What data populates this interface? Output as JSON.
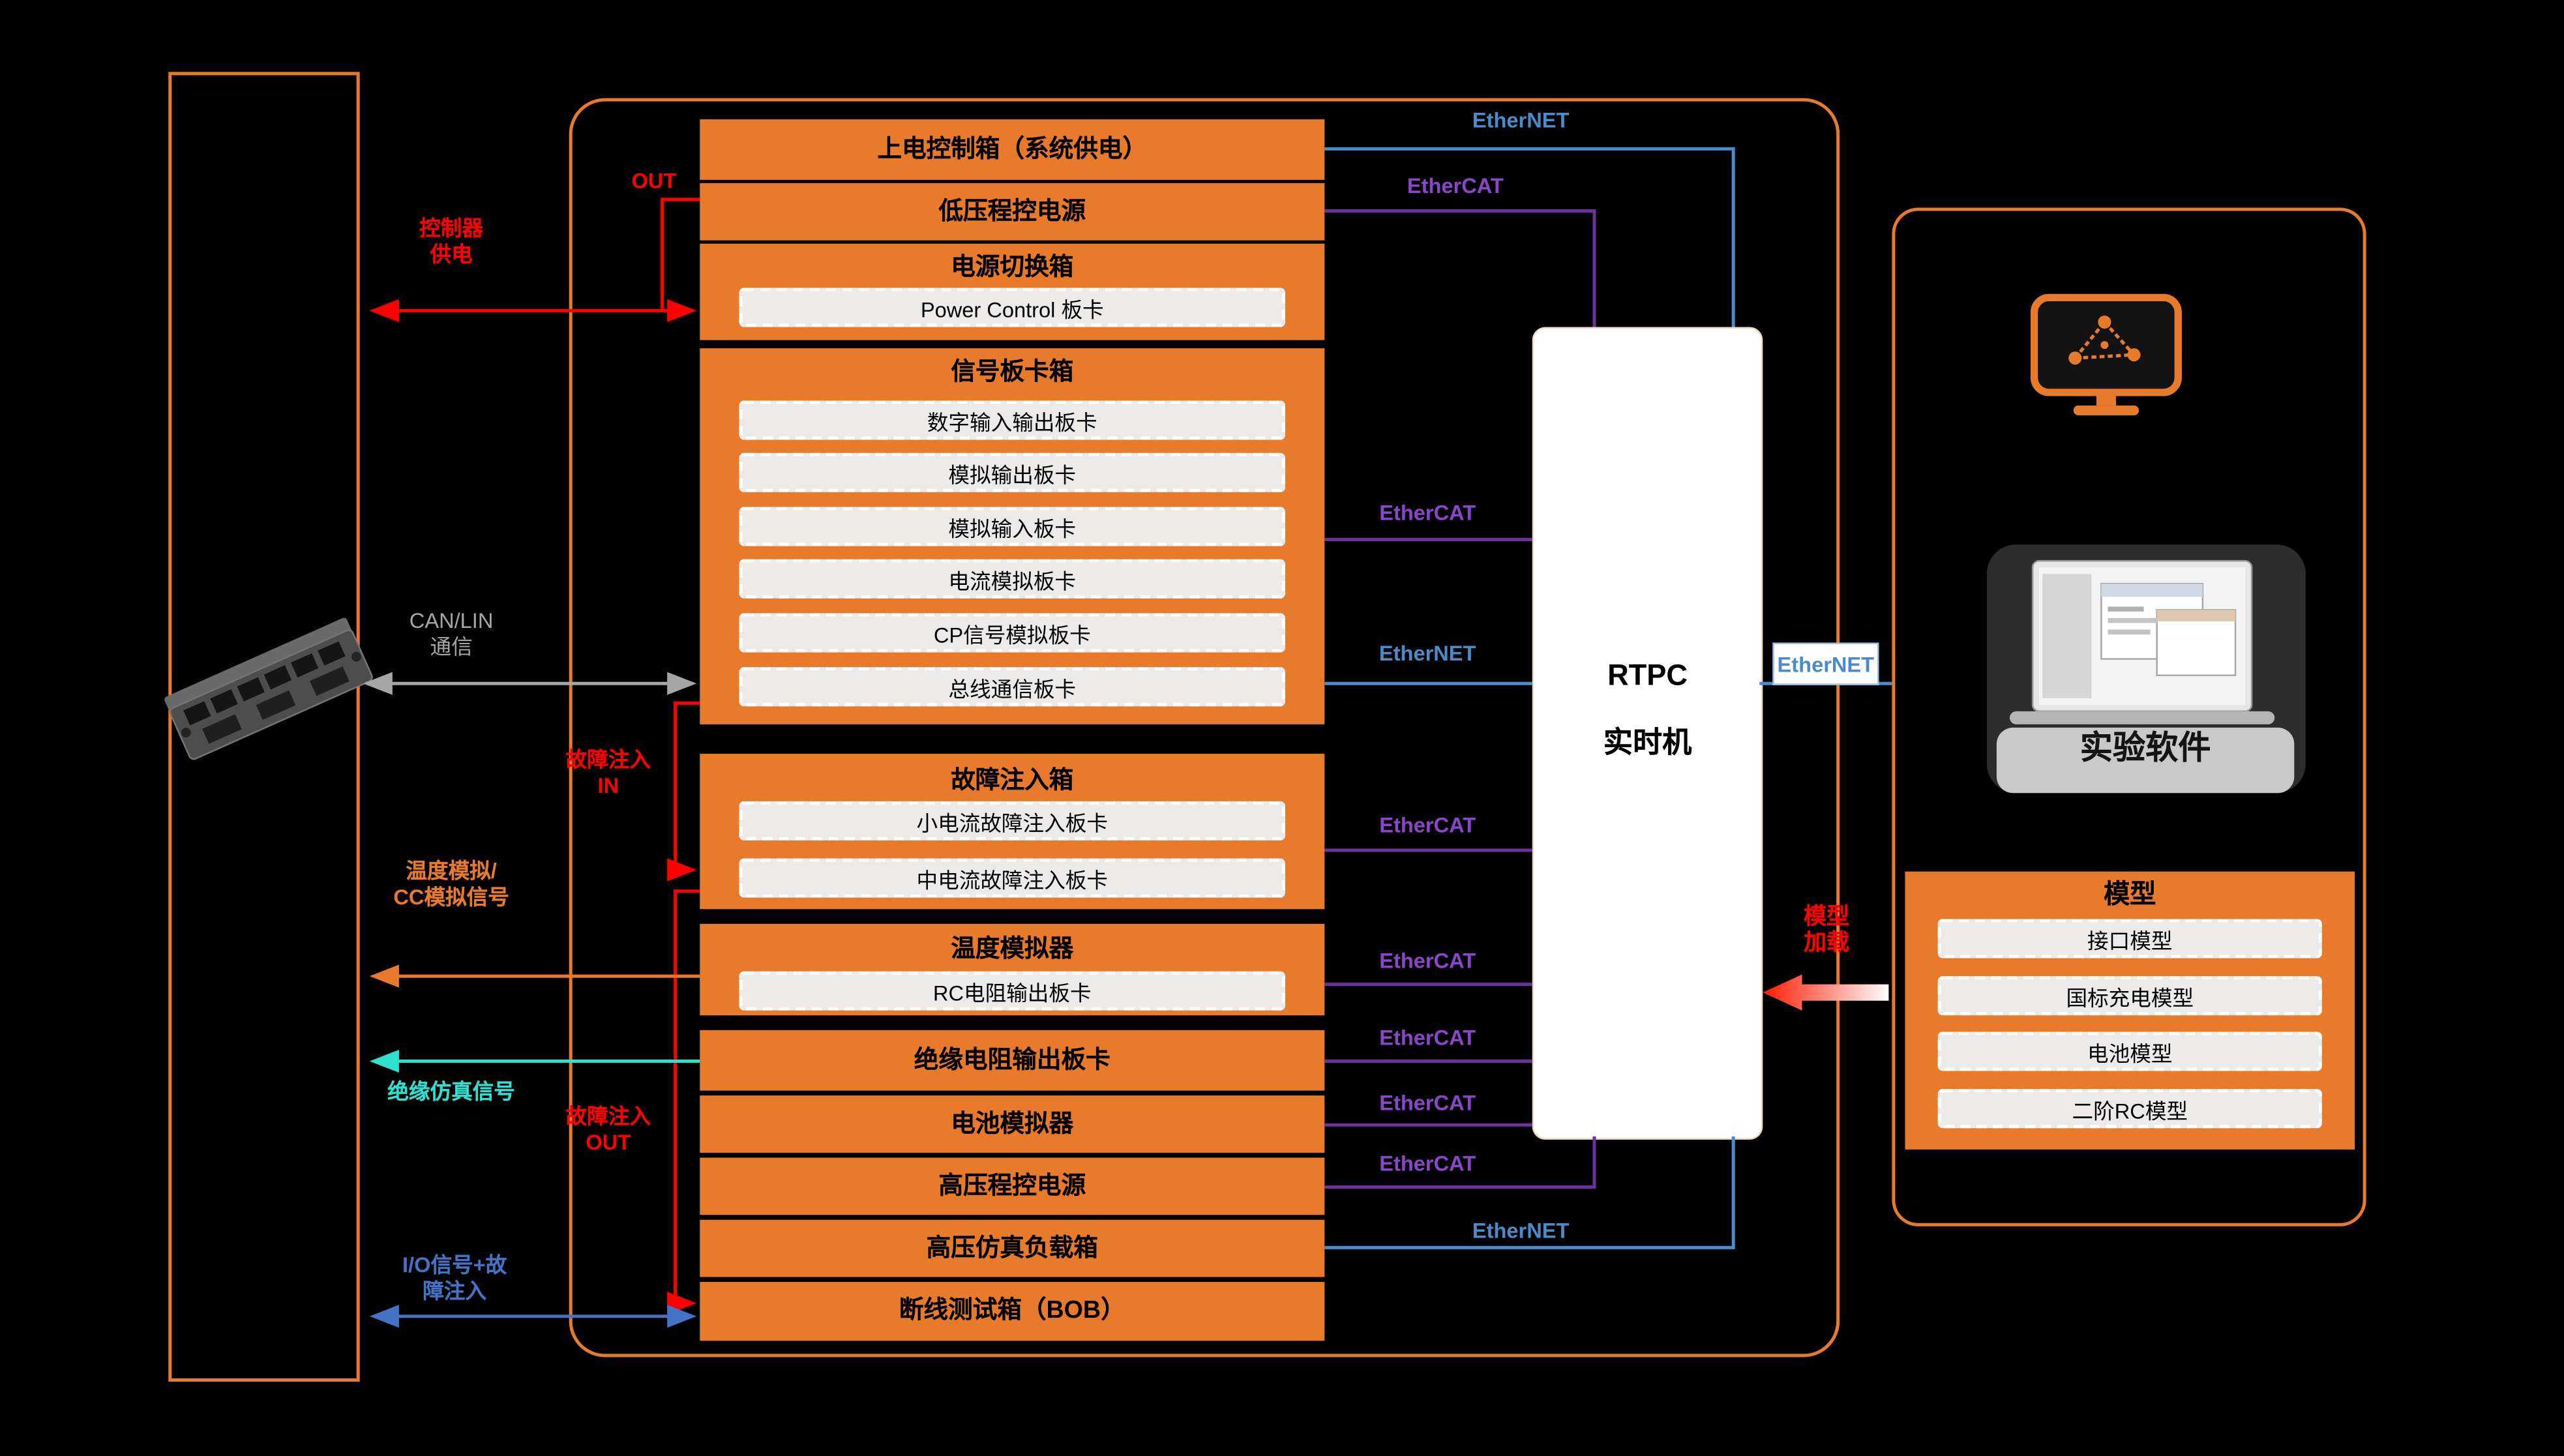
{
  "conn": {
    "ethernet": "EtherNET",
    "ethercat": "EtherCAT"
  },
  "left_labels": {
    "controller_power": "控制器\n供电",
    "out": "OUT",
    "can_lin": "CAN/LIN\n通信",
    "temp_cc": "温度模拟/\nCC模拟信号",
    "insulation": "绝缘仿真信号",
    "io_fault": "I/O信号+故\n障注入",
    "fault_in": "故障注入\nIN",
    "fault_out": "故障注入\nOUT"
  },
  "stack": [
    {
      "title": "上电控制箱（系统供电）",
      "cards": []
    },
    {
      "title": "低压程控电源",
      "cards": []
    },
    {
      "title": "电源切换箱",
      "cards": [
        "Power Control 板卡"
      ]
    },
    {
      "title": "信号板卡箱",
      "cards": [
        "数字输入输出板卡",
        "模拟输出板卡",
        "模拟输入板卡",
        "电流模拟板卡",
        "CP信号模拟板卡",
        "总线通信板卡"
      ]
    },
    {
      "title": "故障注入箱",
      "cards": [
        "小电流故障注入板卡",
        "中电流故障注入板卡"
      ]
    },
    {
      "title": "温度模拟器",
      "cards": [
        "RC电阻输出板卡"
      ]
    },
    {
      "title": "绝缘电阻输出板卡",
      "cards": []
    },
    {
      "title": "电池模拟器",
      "cards": []
    },
    {
      "title": "高压程控电源",
      "cards": []
    },
    {
      "title": "高压仿真负载箱",
      "cards": []
    },
    {
      "title": "断线测试箱（BOB）",
      "cards": []
    }
  ],
  "rtpc": {
    "line1": "RTPC",
    "line2": "实时机"
  },
  "right_panel": {
    "software_label": "实验软件",
    "ethernet_badge": "EtherNET",
    "model_load": "模型\n加载",
    "model": {
      "title": "模型",
      "cards": [
        "接口模型",
        "国标充电模型",
        "电池模型",
        "二阶RC模型"
      ]
    }
  },
  "colors": {
    "box_orange": "#E87B2B",
    "ethernet_blue": "#4A8CCB",
    "ethercat_purple": "#7030A0",
    "signal_red": "#FF0000",
    "insulation_cyan": "#2FE0D0",
    "io_blue": "#4472C4",
    "can_gray": "#A6A6A6",
    "card_fill": "#EDEBEA",
    "background": "#000000"
  }
}
